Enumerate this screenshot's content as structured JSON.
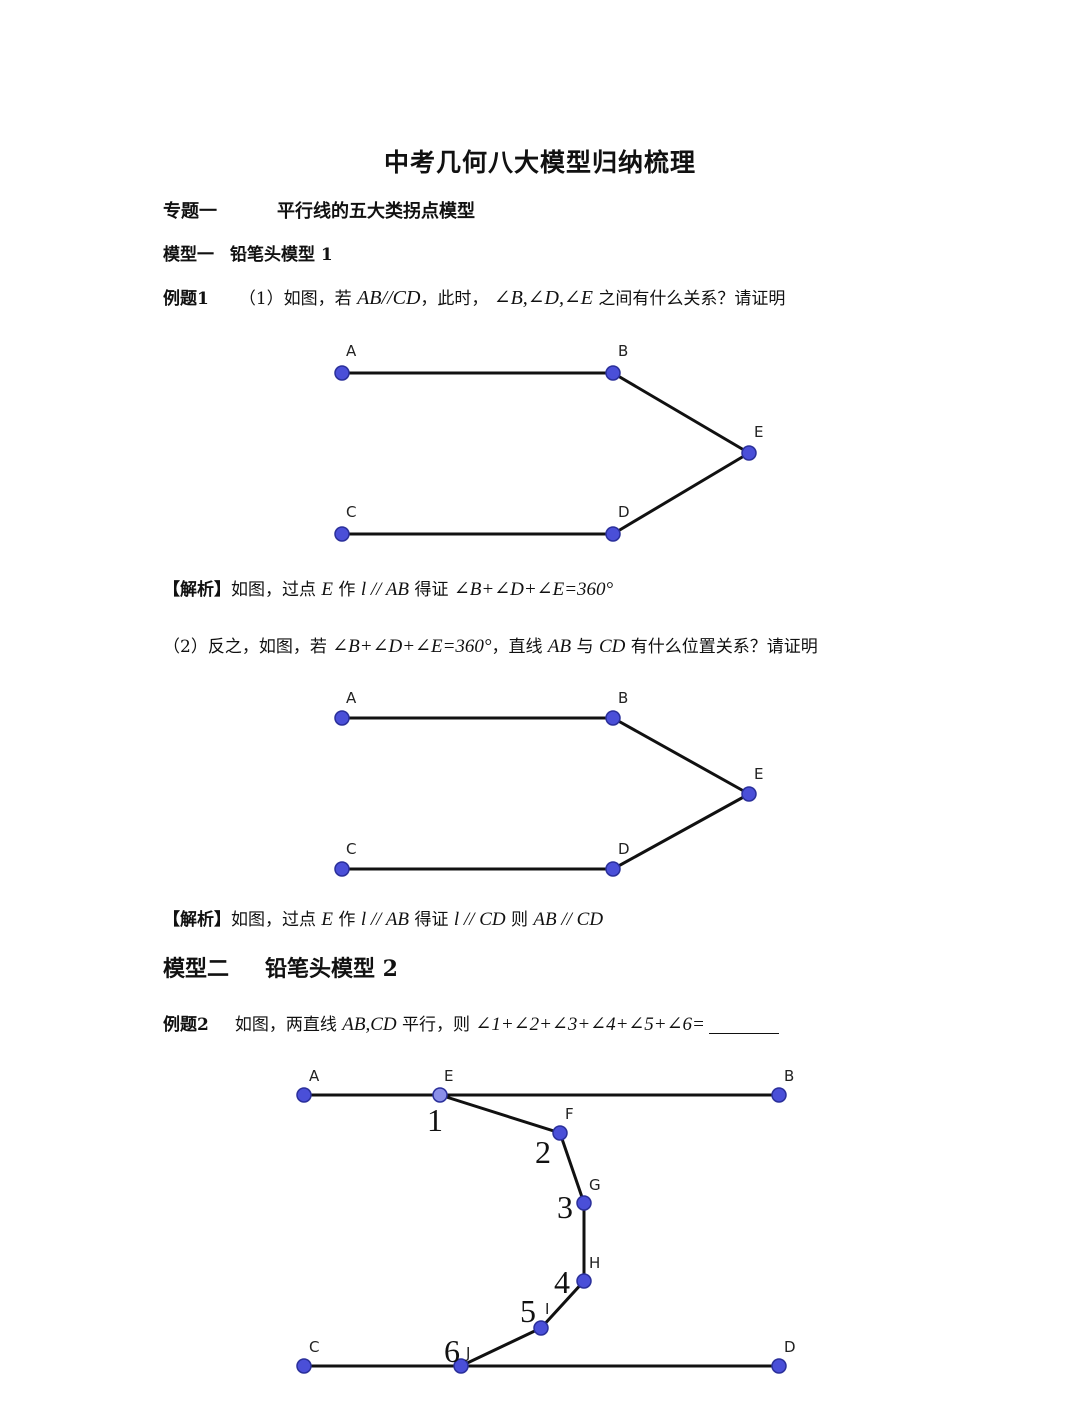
{
  "title": "中考几何八大模型归纳梳理",
  "topic": {
    "label": "专题一",
    "text": "平行线的五大类拐点模型"
  },
  "model1": {
    "label": "模型一",
    "text": "铅笔头模型 1"
  },
  "example1": {
    "label": "例题1",
    "num": "（1）",
    "text_a": "如图，若",
    "math_a": "AB//CD",
    "text_b": "，此时，",
    "math_b": "∠B,∠D,∠E",
    "text_c": "之间有什么关系？请证明"
  },
  "analysis1": {
    "tag": "【解析】",
    "text_a": "如图，过点",
    "math_a": "E",
    "text_b": "作",
    "math_b": "l // AB",
    "text_c": "得证",
    "math_c": "∠B+∠D+∠E=360°"
  },
  "part2": {
    "num": "（2）",
    "text_a": "反之，如图，若",
    "math_a": "∠B+∠D+∠E=360°",
    "text_b": "，直线",
    "math_b": "AB",
    "text_c": "与",
    "math_c": "CD",
    "text_d": "有什么位置关系？请证明"
  },
  "analysis2": {
    "tag": "【解析】",
    "text_a": "如图，过点",
    "math_a": "E",
    "text_b": "作",
    "math_b": "l // AB",
    "text_c": "得证",
    "math_c": "l // CD",
    "text_d": "则",
    "math_d": "AB // CD"
  },
  "model2": {
    "label": "模型二",
    "text": "铅笔头模型 2"
  },
  "example2": {
    "label": "例题2",
    "text_a": "如图，两直线",
    "math_a": "AB,CD",
    "text_b": "平行，则",
    "math_b": "∠1+∠2+∠3+∠4+∠5+∠6="
  },
  "figure1_labels": {
    "A": "A",
    "B": "B",
    "C": "C",
    "D": "D",
    "E": "E"
  },
  "figure2_labels": {
    "A": "A",
    "B": "B",
    "C": "C",
    "D": "D",
    "E": "E"
  },
  "figure3_labels": {
    "A": "A",
    "B": "B",
    "C": "C",
    "D": "D",
    "E": "E",
    "F": "F",
    "G": "G",
    "H": "H",
    "I": "I",
    "J": "J",
    "angle1": "1",
    "angle2": "2",
    "angle3": "3",
    "angle4": "4",
    "angle5": "5",
    "angle6": "6"
  },
  "colors": {
    "point_fill": "#4a4fd8",
    "point_light_fill": "#8a8fe8",
    "point_stroke": "#2a2f9a",
    "line": "#111111"
  }
}
